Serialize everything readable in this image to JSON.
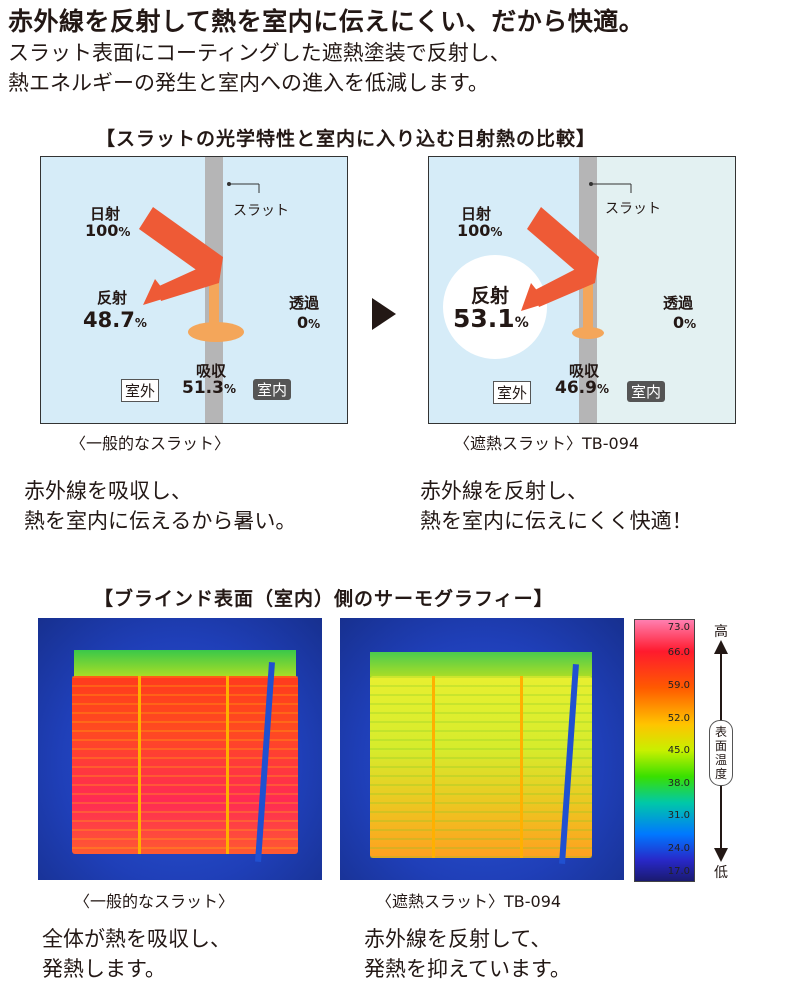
{
  "header": {
    "headline": "赤外線を反射して熱を室内に伝えにくい、だから快適。",
    "lead_1": "スラット表面にコーティングした遮熱塗装で反射し、",
    "lead_2": "熱エネルギーの発生と室内への進入を低減します。"
  },
  "comparison": {
    "title": "【スラットの光学特性と室内に入り込む日射熱の比較】",
    "panels": [
      {
        "caption": "〈一般的なスラット〉",
        "slat_label": "スラット",
        "sun_label": "日射",
        "sun_value": "100",
        "reflect_label": "反射",
        "reflect_value": "48.7",
        "transmit_label": "透過",
        "transmit_value": "0",
        "absorb_label": "吸収",
        "absorb_value": "51.3",
        "outside_tag": "室外",
        "inside_tag": "室内",
        "desc_1": "赤外線を吸収し、",
        "desc_2": "熱を室内に伝えるから暑い。"
      },
      {
        "caption": "〈遮熱スラット〉TB-094",
        "slat_label": "スラット",
        "sun_label": "日射",
        "sun_value": "100",
        "reflect_label": "反射",
        "reflect_value": "53.1",
        "transmit_label": "透過",
        "transmit_value": "0",
        "absorb_label": "吸収",
        "absorb_value": "46.9",
        "outside_tag": "室外",
        "inside_tag": "室内",
        "desc_1": "赤外線を反射し、",
        "desc_2": "熱を室内に伝えにくく快適！"
      }
    ],
    "percent_sign": "%"
  },
  "thermography": {
    "title": "【ブラインド表面（室内）側のサーモグラフィー】",
    "images": [
      {
        "caption": "〈一般的なスラット〉",
        "desc_1": "全体が熱を吸収し、",
        "desc_2": "発熱します。"
      },
      {
        "caption": "〈遮熱スラット〉TB-094",
        "desc_1": "赤外線を反射して、",
        "desc_2": "発熱を抑えています。"
      }
    ],
    "scale_ticks": [
      "73.0",
      "66.0",
      "59.0",
      "52.0",
      "45.0",
      "38.0",
      "31.0",
      "24.0",
      "17.0"
    ],
    "scale_high": "高",
    "scale_low": "低",
    "scale_axis_label": "表面温度"
  },
  "colors": {
    "outside_bg": "#d6ecf8",
    "inside_bg_heat": "#e3f1f2",
    "arrow": "#ee5a36",
    "absorb": "#f4a65a",
    "slat": "#b5b5b6"
  }
}
